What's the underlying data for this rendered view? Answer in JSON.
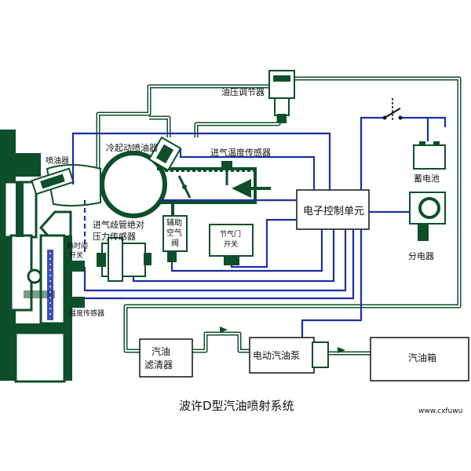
{
  "diagram": {
    "caption": "波许D型汽油喷射系统",
    "watermark": "www.cxfuwu",
    "components": {
      "fuel_pressure_regulator": "油压调节器",
      "injector": "喷油器",
      "cold_start_injector": "冷起动喷油器",
      "intake_temp_sensor": "进气温度传感器",
      "manifold_pressure_sensor_l1": "进气歧管绝对",
      "manifold_pressure_sensor_l2": "压力传感器",
      "aux_air_valve_l1": "辅助",
      "aux_air_valve_l2": "空气",
      "aux_air_valve_l3": "阀",
      "throttle_switch_l1": "节气门",
      "throttle_switch_l2": "开关",
      "thermo_time_switch_l1": "热时间",
      "thermo_time_switch_l2": "开关",
      "temp_sensor": "温度传感器",
      "ecu": "电子控制单元",
      "battery": "蓄电池",
      "distributor": "分电器",
      "fuel_filter_l1": "汽油",
      "fuel_filter_l2": "滤清器",
      "electric_fuel_pump": "电动汽油泵",
      "fuel_tank": "汽油箱"
    },
    "colors": {
      "pipe": "#0d4f2b",
      "wire": "#1c2fa3",
      "engine": "#0d4f2b",
      "coolant": "#1c2fa3"
    }
  }
}
